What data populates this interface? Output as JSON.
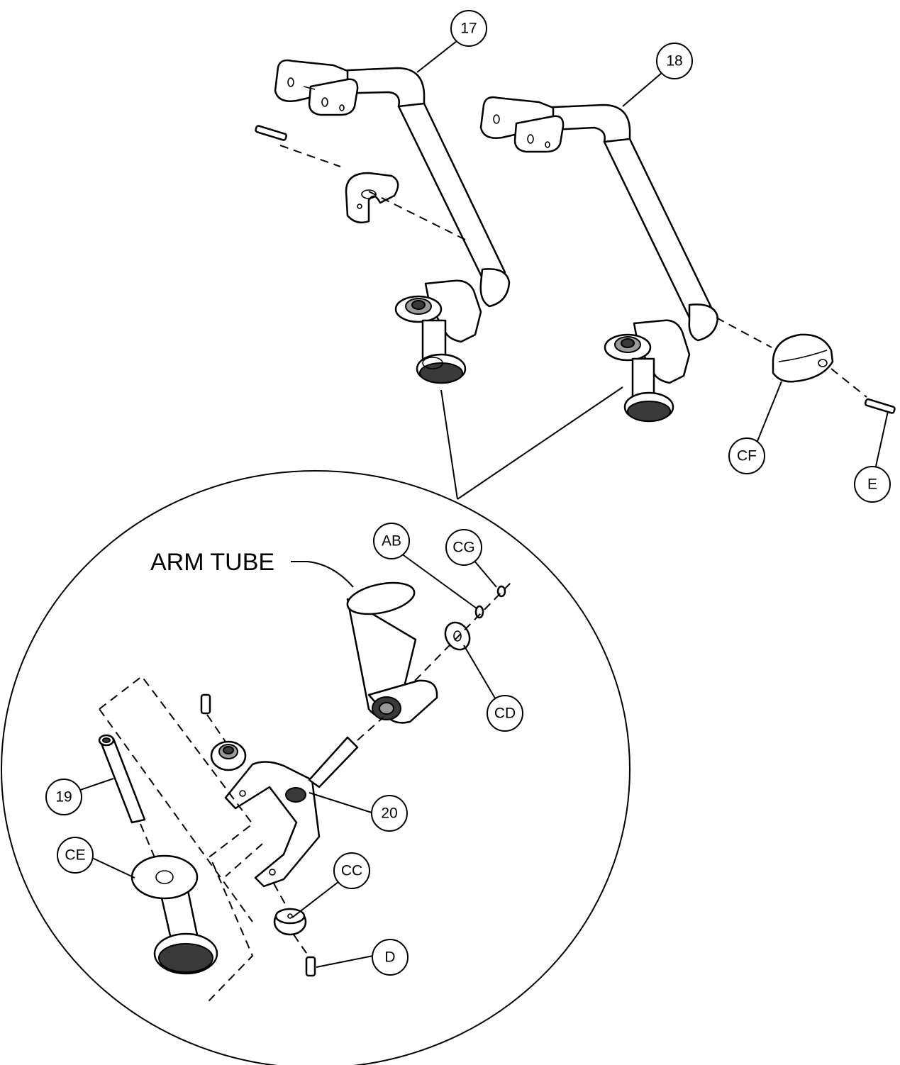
{
  "callouts": {
    "c17": "17",
    "c18": "18",
    "cf": "CF",
    "e": "E",
    "ab": "AB",
    "cg": "CG",
    "cd": "CD",
    "c19": "19",
    "c20": "20",
    "ce": "CE",
    "cc": "CC",
    "d": "D"
  },
  "labels": {
    "arm_tube": "ARM TUBE"
  }
}
